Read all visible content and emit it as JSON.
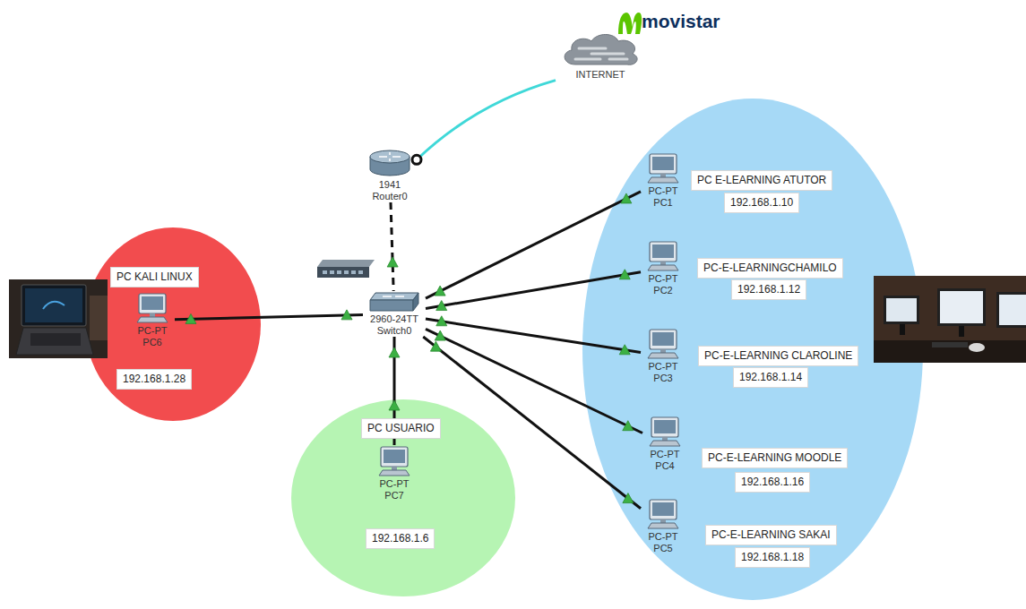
{
  "diagram": {
    "nodes": [
      {
        "text": [
          "INTERNET"
        ]
      },
      {
        "text": [
          "1941 Router0"
        ]
      },
      {
        "text": [
          "2960-24TT Switch0"
        ]
      },
      {
        "text": [
          "PC KALI LINUX"
        ]
      },
      {
        "text": [
          "PC-PT PC6"
        ]
      },
      {
        "text": [
          "192.168.1.28"
        ]
      },
      {
        "text": [
          "PC USUARIO"
        ]
      },
      {
        "text": [
          "PC-PT PC7"
        ]
      },
      {
        "text": [
          "192.168.1.6"
        ]
      },
      {
        "text": [
          "PC-PT PC1"
        ]
      },
      {
        "text": [
          "PC E-LEARNING ATUTOR"
        ]
      },
      {
        "text": [
          "192.168.1.10"
        ]
      },
      {
        "text": [
          "PC-PT PC2"
        ]
      },
      {
        "text": [
          "PC-E-LEARNINGCHAMILO"
        ]
      },
      {
        "text": [
          "192.168.1.12"
        ]
      },
      {
        "text": [
          "PC-PT PC3"
        ]
      },
      {
        "text": [
          "PC-E-LEARNING CLAROLINE"
        ]
      },
      {
        "text": [
          "192.168.1.14"
        ]
      },
      {
        "text": [
          "PC-PT PC4"
        ]
      },
      {
        "text": [
          "PC-E-LEARNING MOODLE"
        ]
      },
      {
        "text": [
          "192.168.1.16"
        ]
      },
      {
        "text": [
          "PC-PT PC5"
        ]
      },
      {
        "text": [
          "PC-E-LEARNING SAKAI"
        ]
      },
      {
        "text": [
          "192.168.1.18"
        ]
      }
    ],
    "edges": [
      {
        "from": 0,
        "to": 1,
        "arrow": "none"
      },
      {
        "from": 1,
        "to": 2,
        "arrow": "none"
      },
      {
        "from": 4,
        "to": 2,
        "arrow": "none"
      },
      {
        "from": 7,
        "to": 2,
        "arrow": "none"
      },
      {
        "from": 9,
        "to": 2,
        "arrow": "none"
      },
      {
        "from": 12,
        "to": 2,
        "arrow": "none"
      },
      {
        "from": 15,
        "to": 2,
        "arrow": "none"
      },
      {
        "from": 18,
        "to": 2,
        "arrow": "none"
      },
      {
        "from": 21,
        "to": 2,
        "arrow": "none"
      }
    ],
    "labels": [
      "movistar"
    ]
  }
}
